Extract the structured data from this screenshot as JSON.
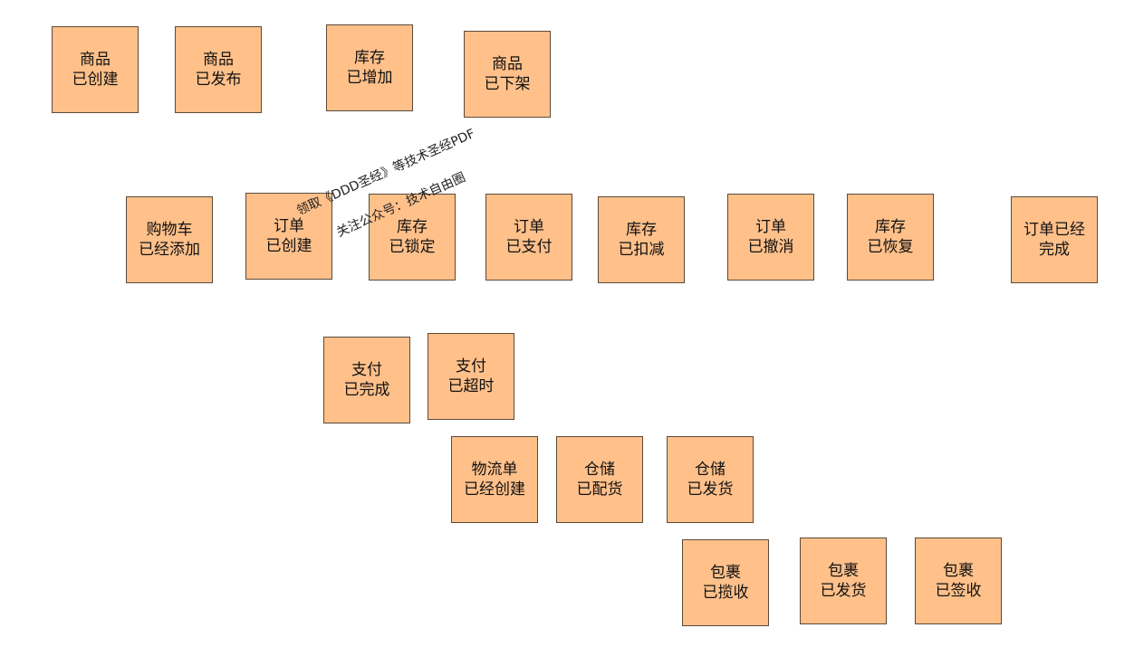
{
  "watermark": {
    "line1": "领取《DDD圣经》等技术圣经PDF",
    "line2": "关注公众号：技术自由圈"
  },
  "events": [
    {
      "label": "商品\n已创建"
    },
    {
      "label": "商品\n已发布"
    },
    {
      "label": "库存\n已增加"
    },
    {
      "label": "商品\n已下架"
    },
    {
      "label": "购物车\n已经添加"
    },
    {
      "label": "订单\n已创建"
    },
    {
      "label": "库存\n已锁定"
    },
    {
      "label": "订单\n已支付"
    },
    {
      "label": "库存\n已扣减"
    },
    {
      "label": "订单\n已撤消"
    },
    {
      "label": "库存\n已恢复"
    },
    {
      "label": "订单已经\n完成"
    },
    {
      "label": "支付\n已完成"
    },
    {
      "label": "支付\n已超时"
    },
    {
      "label": "物流单\n已经创建"
    },
    {
      "label": "仓储\n已配货"
    },
    {
      "label": "仓储\n已发货"
    },
    {
      "label": "包裹\n已揽收"
    },
    {
      "label": "包裹\n已发货"
    },
    {
      "label": "包裹\n已签收"
    }
  ]
}
